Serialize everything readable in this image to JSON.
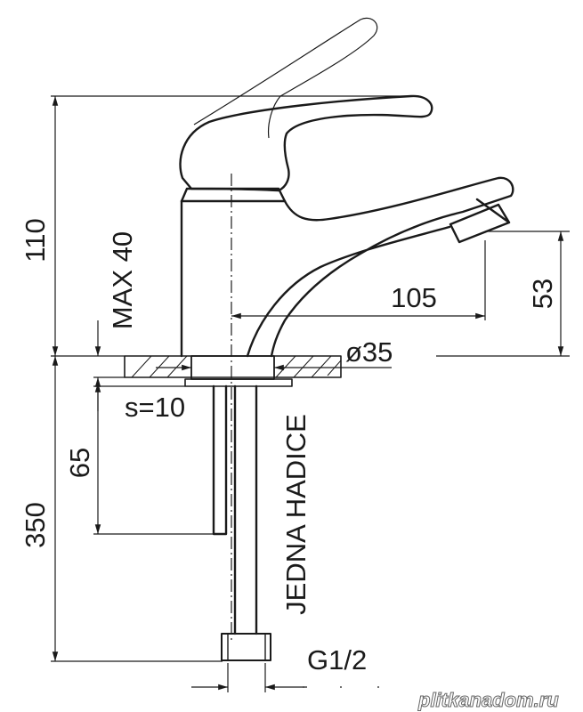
{
  "dimensions": {
    "height_total": "110",
    "max_thickness": "MAX 40",
    "spout_reach": "105",
    "spout_height": "53",
    "hole_diameter": "ø35",
    "washer": "s=10",
    "pipe_length": "65",
    "hose_length": "350",
    "thread": "G1/2"
  },
  "labels": {
    "hose_note": "JEDNA HADICE"
  },
  "watermark": "plitkanadom.ru"
}
